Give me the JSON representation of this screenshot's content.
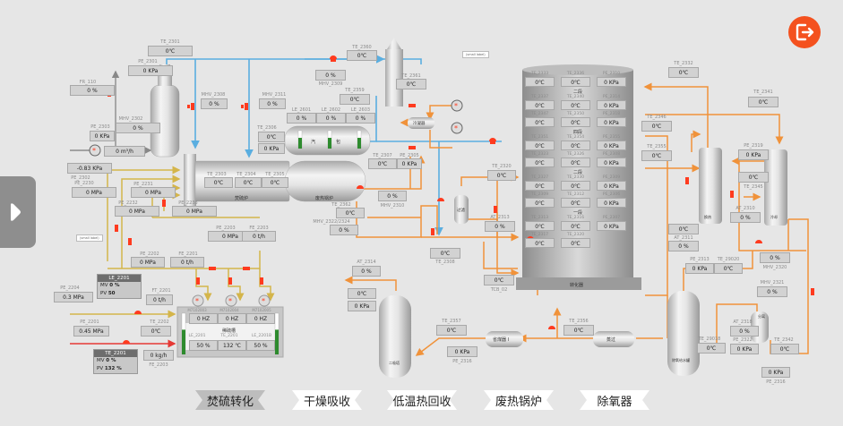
{
  "colors": {
    "background": "#e6e6e6",
    "pipe_blue": "#5aaee0",
    "pipe_orange": "#f0923a",
    "pipe_yellow": "#d4b54a",
    "pipe_red": "#e53935",
    "valve_red": "#ff3b1f",
    "level_green": "#2e8b2e",
    "exit_button": "#f4511e"
  },
  "header": {
    "exit_icon": "exit-door-arrow-icon",
    "side_toggle_icon": "play-triangle-icon"
  },
  "nav_tabs": [
    {
      "label": "焚硫转化",
      "active": true
    },
    {
      "label": "干燥吸收",
      "active": false
    },
    {
      "label": "低温热回收",
      "active": false
    },
    {
      "label": "废热锅炉",
      "active": false
    },
    {
      "label": "除氧器",
      "active": false
    }
  ],
  "left": {
    "te2301": {
      "tag": "TE_2301",
      "value": "0℃"
    },
    "pe2301": {
      "tag": "PE_2301",
      "value": "0 KPa"
    },
    "fr110": {
      "tag": "FR_110",
      "value": "0 %"
    },
    "mhv2302": {
      "tag": "MHV_2302",
      "value": "0 %"
    },
    "pe2303": {
      "tag": "PE_2303",
      "value": "0 KPa"
    },
    "flow": {
      "tag": "FE_2302",
      "value": "0 m³/h"
    },
    "neg_kpa": {
      "value": "-0.83 KPa"
    },
    "pe2302": {
      "tag": "PE_2302"
    },
    "pe2230": {
      "tag": "PE_2230",
      "value": "0 MPa"
    },
    "pe2231": {
      "tag": "PE_2231",
      "value": "0 MPa"
    },
    "pe2232": {
      "tag": "PE_2232",
      "value": "0 MPa"
    },
    "pe2233": {
      "tag": "PE_2233",
      "value": "0 MPa"
    },
    "note": "(small label)",
    "pe2203": {
      "tag": "PE_2203",
      "value": "0 MPa"
    },
    "fe2203": {
      "tag": "FE_2203",
      "value": "0 t/h"
    },
    "pe2202": {
      "tag": "PE_2202",
      "value": "0 MPa"
    },
    "fe2201": {
      "tag": "FE_2201",
      "value": "0 t/h"
    },
    "le2201_ctl": {
      "tag": "LE_2201",
      "mv_label": "MV",
      "mv": "0 %",
      "pv_label": "PV",
      "pv": "50"
    },
    "pe2204": {
      "tag": "PE_2204",
      "value": "0.3 MPa"
    },
    "ft2201": {
      "tag": "FT_2201",
      "value": "0 t/h"
    },
    "pe2201": {
      "tag": "PE_2201",
      "value": "0.45 MPa"
    },
    "te2202": {
      "tag": "TE_2202",
      "value": "0℃"
    },
    "te2201_ctl": {
      "tag": "TE_2201",
      "mv_label": "MV",
      "mv": "0 %",
      "pv_label": "PV",
      "pv": "132 %"
    },
    "fe2203b": {
      "tag": "FE_2203",
      "value": "0 kg/h"
    }
  },
  "tank": {
    "name": "稀硫槽",
    "motors": [
      {
        "tag": "M7102003",
        "value": "0 HZ"
      },
      {
        "tag": "M7102004",
        "value": "0 HZ"
      },
      {
        "tag": "M7102005",
        "value": "0 HZ"
      }
    ],
    "levels": [
      {
        "tag": "LE_2201",
        "value": "50 %"
      },
      {
        "tag": "TE_2201",
        "value": "132 ℃"
      },
      {
        "tag": "LE_2201B",
        "value": "50 %"
      }
    ],
    "left_level_pct": 60,
    "right_level_pct": 60
  },
  "furnace": {
    "mhv2308": {
      "tag": "MHV_2308",
      "value": "0 %"
    },
    "mhv2311": {
      "tag": "MHV_2311",
      "value": "0 %"
    },
    "te2303": {
      "tag": "TE_2303",
      "value": "0℃"
    },
    "te2304": {
      "tag": "TE_2304",
      "value": "0℃"
    },
    "te2305": {
      "tag": "TE_2305",
      "value": "0℃"
    },
    "label_left": "焚硫炉",
    "label_right": "废热锅炉",
    "te2306": {
      "tag": "TE_2306",
      "value": "0℃",
      "value2": "0 KPa"
    },
    "le2601": {
      "tag": "LE_2601",
      "value": "0 %"
    },
    "le2602": {
      "tag": "LE_2602",
      "value": "0 %"
    },
    "le2603": {
      "tag": "LE_2603",
      "value": "0 %"
    },
    "drum_label_1": "汽",
    "drum_label_2": "包",
    "drum_levels_pct": [
      60,
      60,
      60
    ],
    "te2359": {
      "tag": "TE_2359",
      "value": "0℃"
    },
    "te2360": {
      "tag": "TE_2360",
      "value": "0℃"
    },
    "mhv2309": {
      "tag": "MHV_2309",
      "value": "0 %"
    },
    "te2361": {
      "tag": "TE_2361",
      "value": "0℃"
    },
    "cooler_label": "冷凝器",
    "small_note": "(small label)",
    "te2307": {
      "tag": "TE_2307",
      "value": "0℃"
    },
    "pe2305": {
      "tag": "PE_2305",
      "value": "0 KPa"
    },
    "mhv2310": {
      "tag": "MHV_2310",
      "value": "0 %"
    },
    "te2362": {
      "tag": "TE_2362",
      "value": "0℃"
    },
    "mhv2322": {
      "tag": "MHV_2322/2324",
      "value": "0 %"
    },
    "te2308": {
      "tag": "TE_2308",
      "value": "0℃"
    },
    "filter_label": "过滤",
    "te2320": {
      "tag": "TE_2320",
      "value": "0℃"
    },
    "at2313": {
      "tag": "AT_2313",
      "value": "0 %"
    },
    "tcb02": {
      "tag": "TCB_02",
      "value": "0℃"
    },
    "at2314": {
      "tag": "AT_2314",
      "value": "0 %"
    },
    "te2317": {
      "tag": "TE_2317",
      "value": "0℃",
      "value2": "0 KPa"
    }
  },
  "converter": {
    "rows": [
      {
        "section": "",
        "cells": [
          {
            "tag": "TE_2333",
            "value": "0℃"
          },
          {
            "tag": "TE_2336",
            "value": "0℃"
          },
          {
            "tag": "PE_2310",
            "value": "0 KPa"
          }
        ]
      },
      {
        "section": "二段",
        "cells": [
          {
            "tag": "TE_2337",
            "value": "0℃"
          },
          {
            "tag": "TE_2340",
            "value": "0℃"
          },
          {
            "tag": "PE_2314",
            "value": "0 KPa"
          }
        ]
      },
      {
        "section": "",
        "cells": [
          {
            "tag": "TE_2347",
            "value": "0℃"
          },
          {
            "tag": "TE_2350",
            "value": "0℃"
          },
          {
            "tag": "PE_2318",
            "value": "0 KPa"
          }
        ]
      },
      {
        "section": "四段",
        "cells": [
          {
            "tag": "TE_2351",
            "value": "0℃"
          },
          {
            "tag": "TE_2354",
            "value": "0℃"
          },
          {
            "tag": "PE_2355",
            "value": "0 KPa"
          }
        ]
      },
      {
        "section": "",
        "cells": [
          {
            "tag": "TE_2323",
            "value": "0℃"
          },
          {
            "tag": "TE_2326",
            "value": "0℃"
          },
          {
            "tag": "PE_2308",
            "value": "0 KPa"
          }
        ]
      },
      {
        "section": "二段",
        "cells": [
          {
            "tag": "TE_2327",
            "value": "0℃"
          },
          {
            "tag": "TE_2330",
            "value": "0℃"
          },
          {
            "tag": "PE_2309",
            "value": "0 KPa"
          }
        ]
      },
      {
        "section": "",
        "cells": [
          {
            "tag": "TE_2309",
            "value": "0℃"
          },
          {
            "tag": "TE_2312",
            "value": "0℃"
          },
          {
            "tag": "PE_2306",
            "value": "0 KPa"
          }
        ]
      },
      {
        "section": "一段",
        "cells": [
          {
            "tag": "TE_2313",
            "value": "0℃"
          },
          {
            "tag": "TE_2316",
            "value": "0℃"
          },
          {
            "tag": "PE_2307",
            "value": "0 KPa"
          }
        ]
      },
      {
        "section": "",
        "cells": [
          {
            "tag": "TE_2317",
            "value": "0℃"
          },
          {
            "tag": "TE_2320",
            "value": "0℃"
          }
        ]
      }
    ],
    "bottom_label": "转化器"
  },
  "right": {
    "te2332": {
      "tag": "TE_2332",
      "value": "0℃"
    },
    "te2341": {
      "tag": "TE_2341",
      "value": "0℃"
    },
    "te2346": {
      "tag": "TE_2346",
      "value": "0℃"
    },
    "te2355": {
      "tag": "TE_2355",
      "value": "0℃"
    },
    "pe2319": {
      "tag": "PE_2319",
      "value": "0 KPa"
    },
    "te2345": {
      "tag": "TE_2345",
      "value": "0℃"
    },
    "at2310": {
      "tag": "AT_2310",
      "value": "0 %"
    },
    "hx1_label": "换热",
    "hx2_label": "冷却",
    "te_misc": {
      "value": "0℃"
    },
    "at2311": {
      "tag": "AT_2311",
      "value": "0 %"
    },
    "pe2313": {
      "tag": "PE_2313",
      "value": "0 KPa"
    },
    "te29020": {
      "tag": "TE_29020",
      "value": "0℃"
    },
    "mhv2320": {
      "tag": "MHV_2320",
      "value": "0 %"
    },
    "mhv2321": {
      "tag": "MHV_2321",
      "value": "0 %"
    },
    "te29018": {
      "tag": "TE_29018",
      "value": "0℃"
    },
    "at2318": {
      "tag": "AT_2318",
      "value": "0 %"
    },
    "pe2322": {
      "tag": "PE_2322",
      "value": "0 KPa"
    },
    "te2342": {
      "tag": "TE_2342",
      "value": "0℃"
    },
    "pe2316": {
      "tag": "PE_2316",
      "value": "0 KPa"
    },
    "deaerator_label": "除氧给水罐",
    "sep_label": "分离",
    "te2357": {
      "tag": "TE_2357",
      "value": "0℃"
    },
    "pe2316b": {
      "tag": "PE_2316",
      "value": "0 KPa"
    },
    "te2356": {
      "tag": "TE_2356",
      "value": "0℃"
    },
    "hx3_label": "省煤器 I",
    "hx4_label": "蒸过",
    "absorb_label": "二吸塔"
  }
}
